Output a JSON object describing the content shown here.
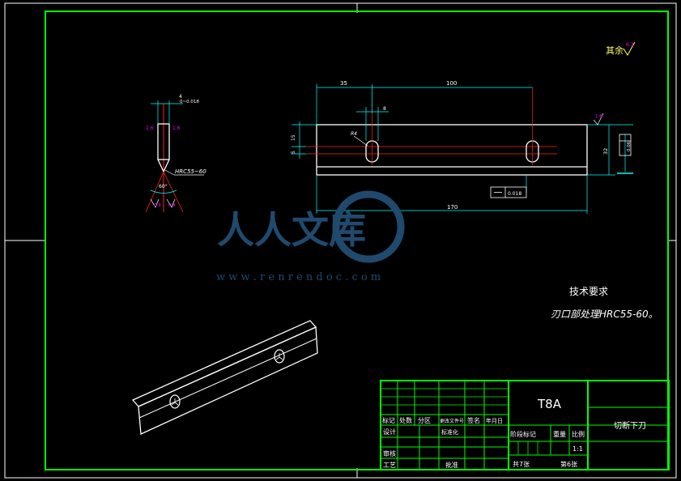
{
  "colors": {
    "frame": "#00ff00",
    "outline": "#ffffff",
    "center": "#ff2020",
    "dim": "#00ffff",
    "annot": "#ff00ff",
    "text": "#ffffff",
    "watermark": "#1f4a6e"
  },
  "surface_finish_note": "其余",
  "finish_value": "6.3",
  "side_view": {
    "dim_top_a": "4",
    "dim_top_b": "0~0.018",
    "finish_left": "1.6",
    "finish_right": "1.6",
    "hardness": "HRC55~60",
    "angle": "60°",
    "finish_bottom_left": "0.8",
    "finish_bottom_right": "0.8"
  },
  "front_view": {
    "dim_35": "35",
    "dim_100": "100",
    "dim_8": "8",
    "dim_r4": "R4",
    "dim_15": "15",
    "dim_5": "5",
    "dim_32": "32",
    "dim_170": "170",
    "finish_right": "1.6",
    "flatness_tol": "0.018",
    "parallel_tol": "0.06"
  },
  "watermark": {
    "text": "人人文库",
    "url": "w w w . r e n r e n d o c . c o m"
  },
  "tech_req": {
    "title": "技术要求",
    "line1": "刃口部处理HRC55-60。"
  },
  "title_block": {
    "material": "T8A",
    "part_name": "切断下刀",
    "label_marks": "标记",
    "label_count": "处数",
    "label_zone": "分区",
    "label_change": "更改文件号",
    "label_sign": "签名",
    "label_date": "年月日",
    "label_design": "设计",
    "label_standard": "标准化",
    "label_review": "审核",
    "label_process": "工艺",
    "label_approve": "批准",
    "label_stage": "阶段标记",
    "label_weight": "重量",
    "label_scale": "比例",
    "scale": "1:1",
    "total_sheets": "共7张",
    "sheet_no": "第6张"
  }
}
